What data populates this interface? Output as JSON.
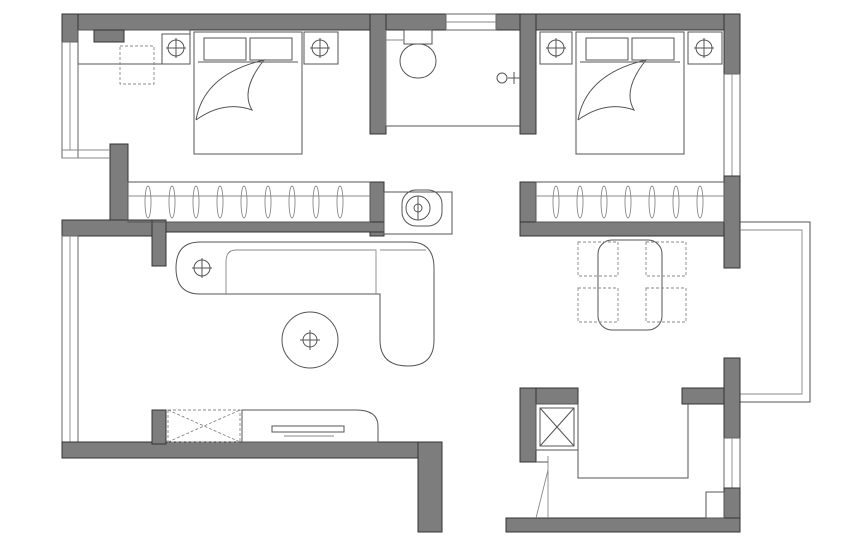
{
  "diagram": {
    "kind": "architectural-floor-plan",
    "labels": [],
    "colors": {
      "wall": "#7d7d7d",
      "wall_outline": "#333333",
      "furniture_line": "#555555",
      "background": "#ffffff"
    },
    "rooms": [
      "bedroom-left",
      "bathroom",
      "bedroom-right",
      "living-room",
      "dining-area",
      "kitchen",
      "balcony"
    ],
    "icons": [
      "lamp-icon",
      "door-swing-icon",
      "toilet-icon",
      "floor-drain-icon",
      "washing-machine-icon"
    ]
  }
}
